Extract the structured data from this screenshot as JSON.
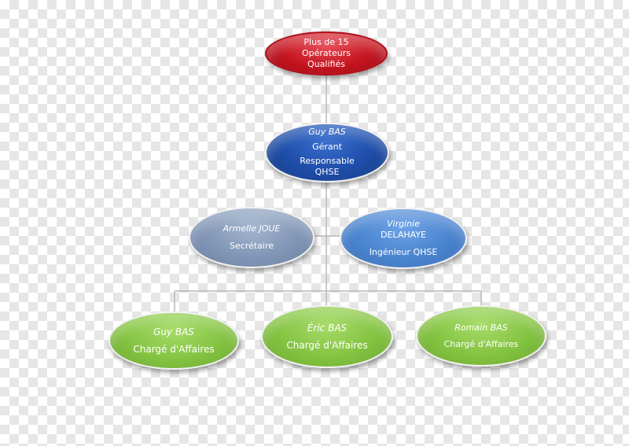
{
  "nodes": {
    "top": {
      "lines": [
        "Plus de 15",
        "Opérateurs",
        "Qualifiés"
      ]
    },
    "manager": {
      "name": "Guy BAS",
      "role1": "Gérant",
      "role2": "Responsable",
      "role3": "QHSE"
    },
    "secretary": {
      "name": "Armelle JOUE",
      "role": "Secrétaire"
    },
    "engineer": {
      "name1": "Virginie",
      "name2": "DELAHAYE",
      "role": "Ingénieur QHSE"
    },
    "affaires_1": {
      "name": "Guy BAS",
      "role": "Chargé d'Affaires"
    },
    "affaires_2": {
      "name": "Éric BAS",
      "role": "Chargé d'Affaires"
    },
    "affaires_3": {
      "name": "Romain BAS",
      "role": "Chargé d'Affaires"
    }
  },
  "colors": {
    "top": "#c4141f",
    "manager": "#1e4da8",
    "secretary": "#8196b6",
    "engineer": "#4a84cf",
    "affaires": "#84c341",
    "connector": "#b8b8b8"
  }
}
